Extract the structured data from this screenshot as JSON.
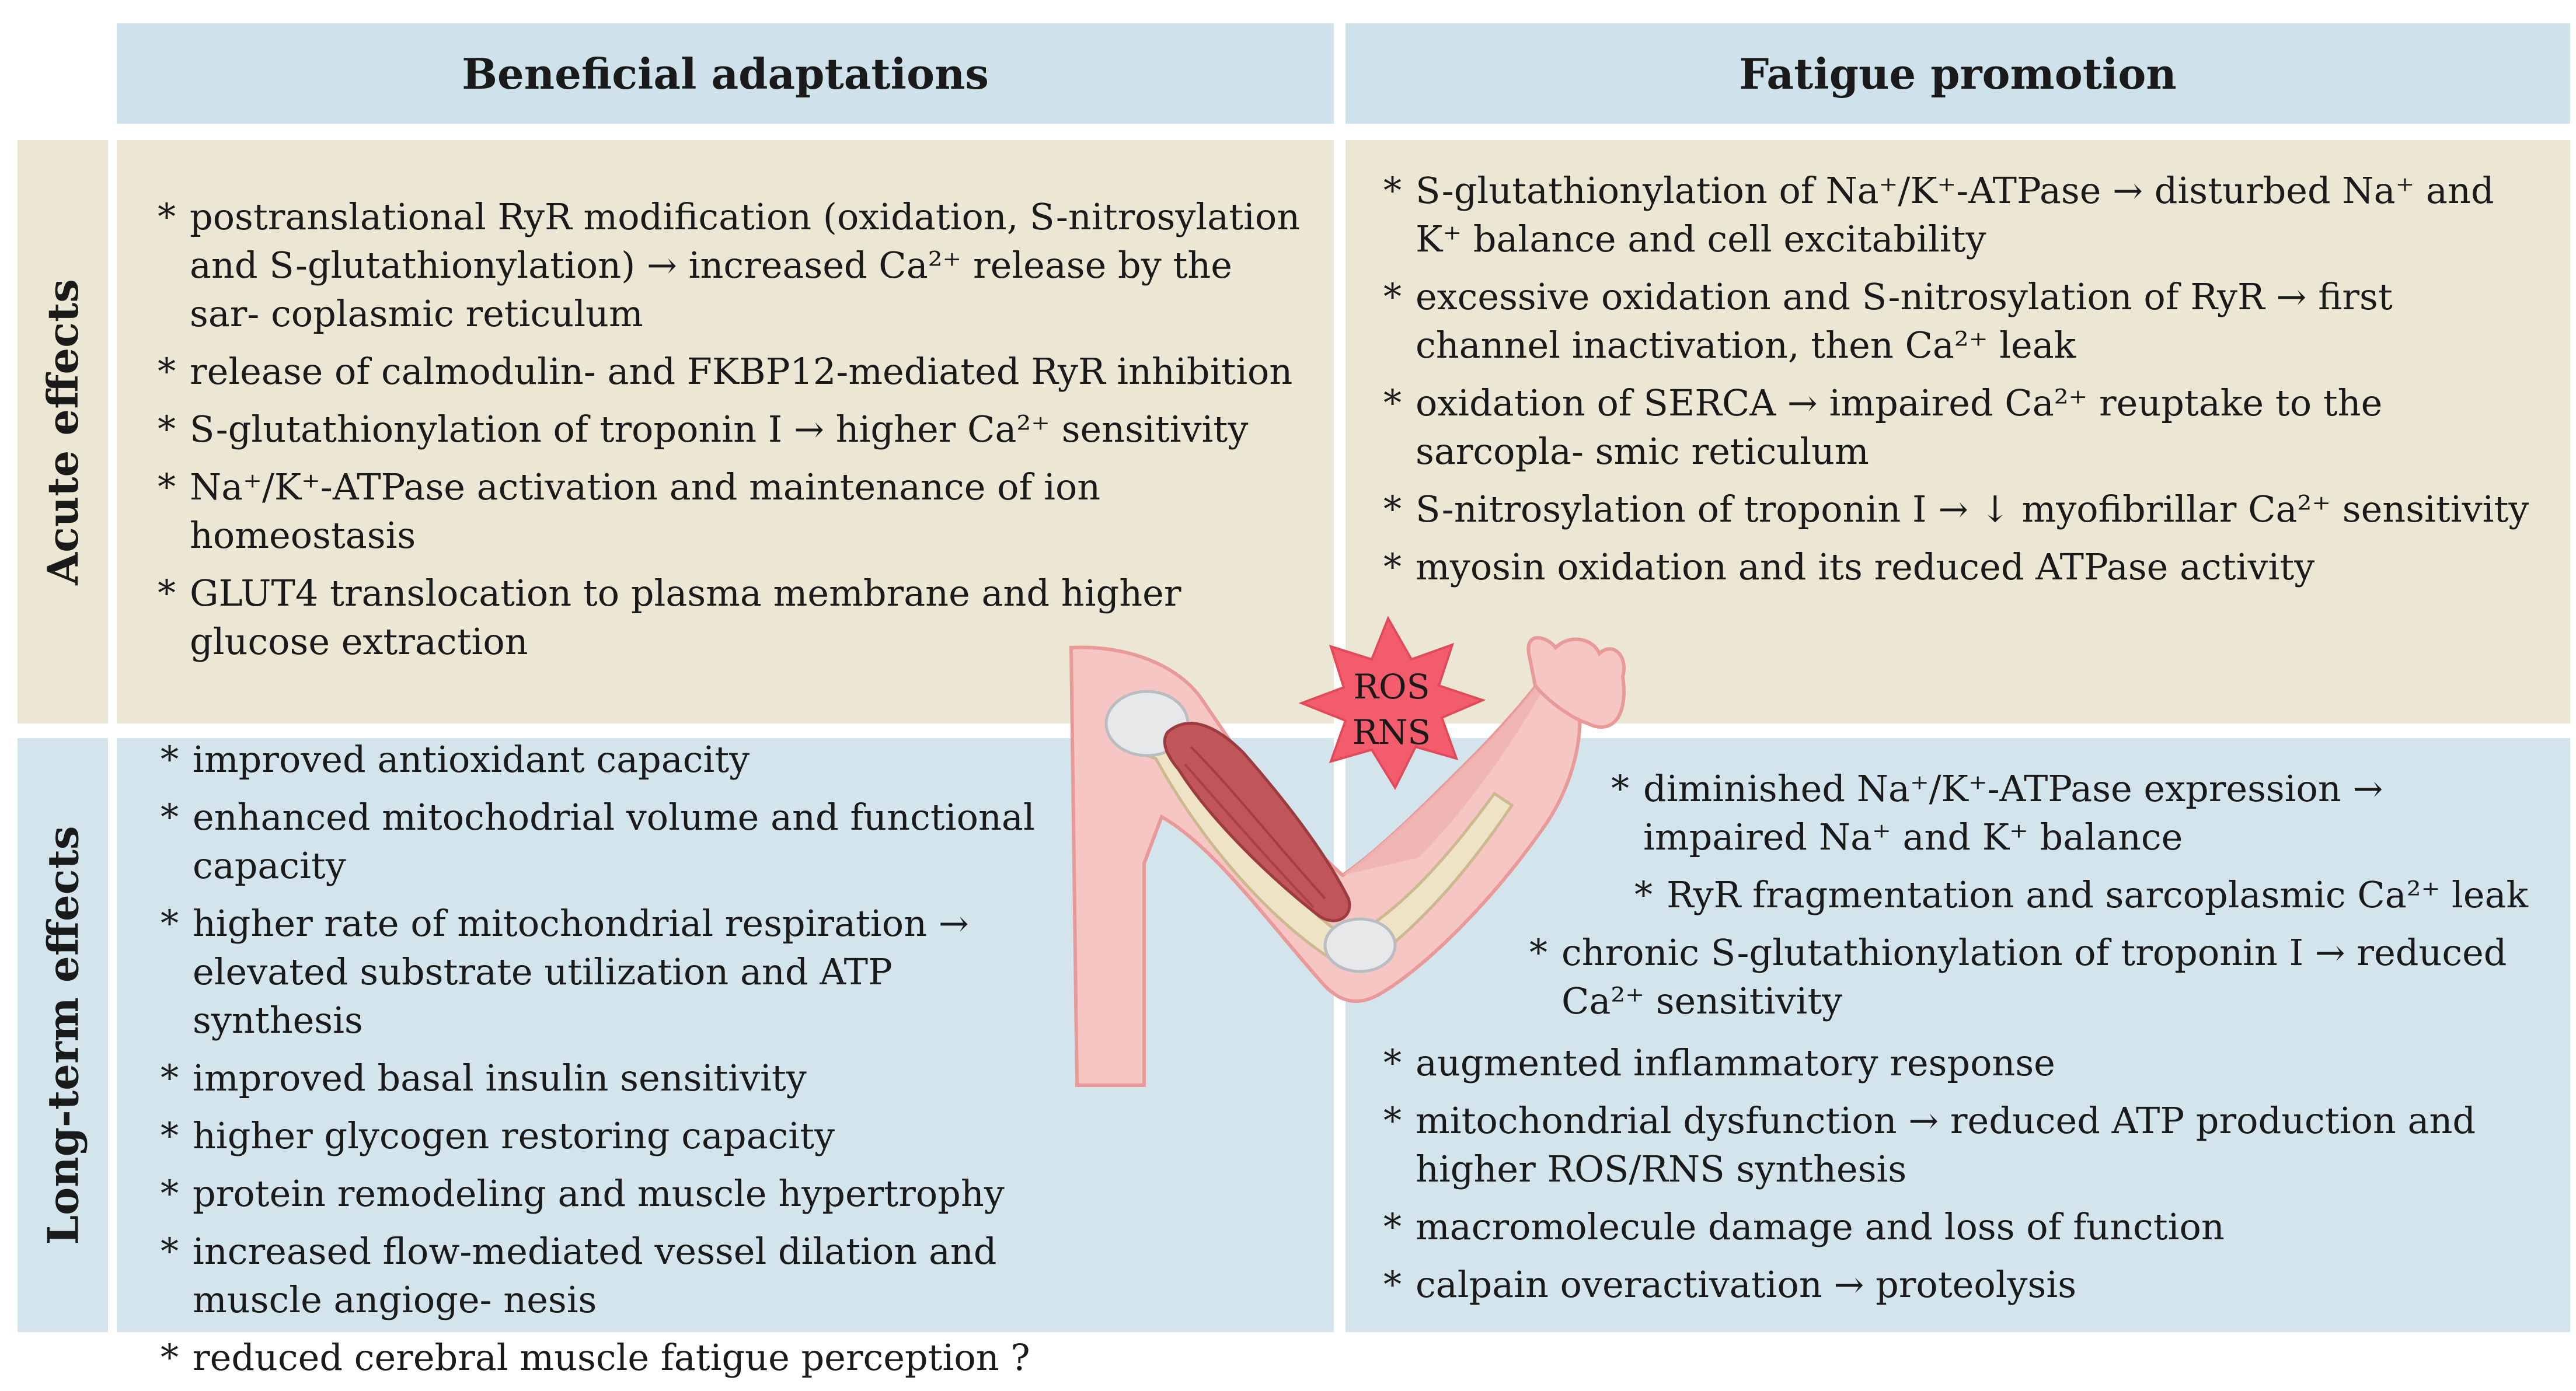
{
  "columns": {
    "left": "Beneficial adaptations",
    "right": "Fatigue promotion"
  },
  "rows": {
    "top": "Acute effects",
    "bottom": "Long-term effects"
  },
  "center_badge": {
    "line1": "ROS",
    "line2": "RNS",
    "color": "#f25c6c"
  },
  "cells": {
    "acute_beneficial": [
      "postranslational RyR modification (oxidation, S-nitrosylation and S-glutathionylation) → increased Ca²⁺ release by the sar- coplasmic reticulum",
      "release of calmodulin- and FKBP12-mediated RyR inhibition",
      "S-glutathionylation of troponin I → higher Ca²⁺ sensitivity",
      "Na⁺/K⁺-ATPase activation and maintenance of ion homeostasis",
      "GLUT4 translocation to plasma membrane and higher glucose extraction"
    ],
    "acute_fatigue": [
      "S-glutathionylation of Na⁺/K⁺-ATPase → disturbed Na⁺ and K⁺ balance and cell excitability",
      "excessive oxidation and S-nitrosylation of RyR → first channel inactivation, then Ca²⁺ leak",
      "oxidation of SERCA → impaired Ca²⁺ reuptake to the sarcopla- smic reticulum",
      "S-nitrosylation of troponin I → ↓ myofibrillar Ca²⁺ sensitivity",
      "myosin oxidation and its reduced ATPase activity"
    ],
    "longterm_beneficial": [
      "improved antioxidant capacity",
      "enhanced mitochodrial volume and functional capacity",
      "higher rate of mitochondrial respiration → elevated substrate utilization and ATP synthesis",
      "improved basal insulin sensitivity",
      "higher glycogen restoring capacity",
      "protein remodeling and muscle hypertrophy",
      "increased flow-mediated vessel dilation and muscle angioge- nesis",
      "reduced cerebral muscle fatigue perception ?"
    ],
    "longterm_fatigue_indented": [
      "diminished Na⁺/K⁺-ATPase expression → impaired Na⁺ and K⁺ balance",
      "RyR fragmentation and sarcoplasmic Ca²⁺ leak",
      "chronic S-glutathionylation of troponin I → reduced Ca²⁺ sensitivity"
    ],
    "longterm_fatigue": [
      "augmented inflammatory response",
      "mitochondrial dysfunction → reduced ATP production and higher ROS/RNS synthesis",
      "macromolecule damage and loss of function",
      "calpain overactivation → proteolysis"
    ]
  }
}
